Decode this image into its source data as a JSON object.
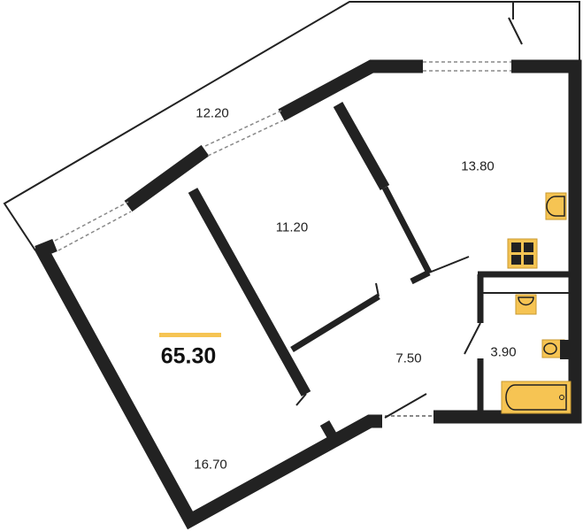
{
  "total_area": "65.30",
  "rooms": [
    {
      "id": "balcony",
      "area": "12.20"
    },
    {
      "id": "kitchen",
      "area": "13.80"
    },
    {
      "id": "bedroom",
      "area": "11.20"
    },
    {
      "id": "hallway",
      "area": "7.50"
    },
    {
      "id": "bathroom",
      "area": "3.90"
    },
    {
      "id": "living-room",
      "area": "16.70"
    }
  ],
  "colors": {
    "wall": "#222222",
    "fixture": "#f6c453",
    "accent_bar": "#f6c453"
  }
}
